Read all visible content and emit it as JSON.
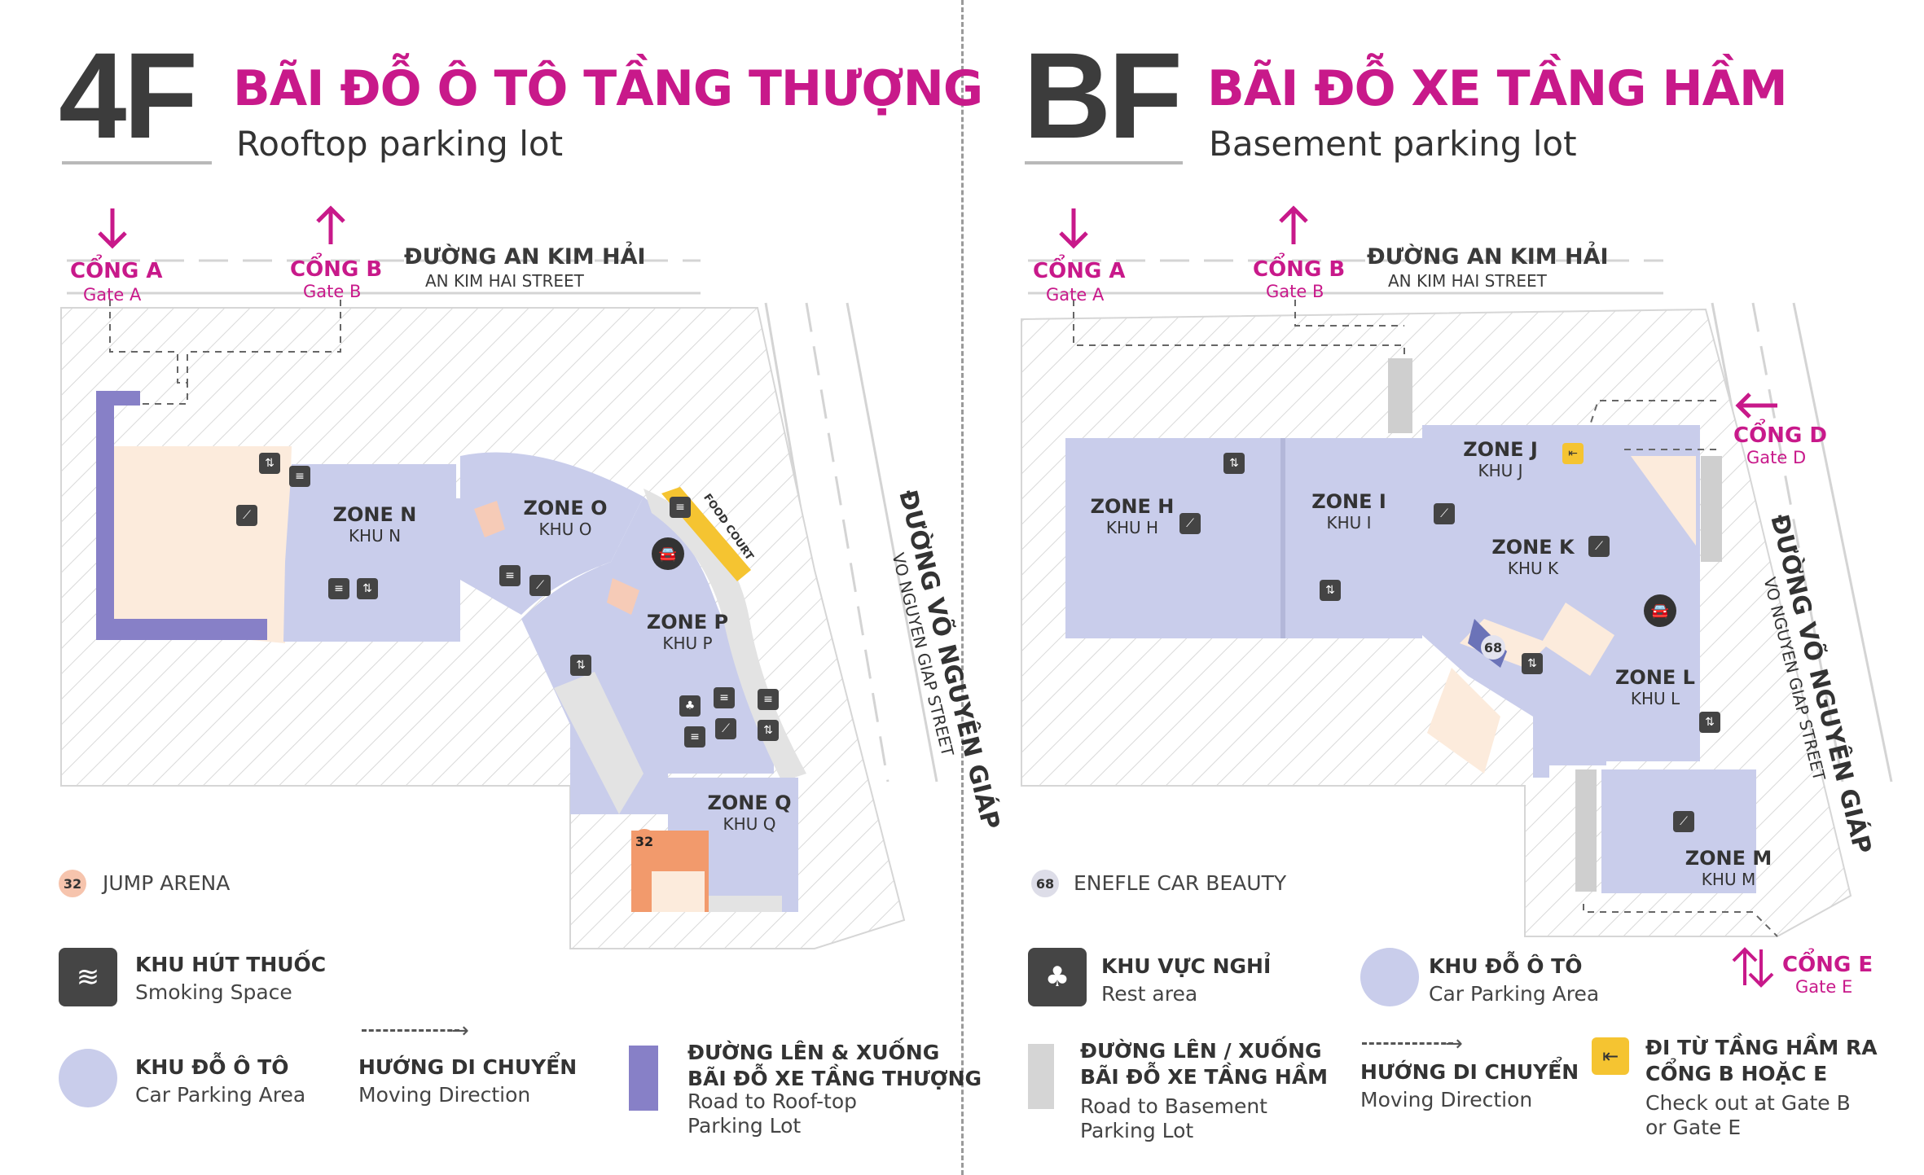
{
  "left": {
    "floor": "4F",
    "title": "BÃI ĐỖ Ô TÔ TẦNG THƯỢNG",
    "subtitle": "Rooftop parking lot",
    "gate_a": {
      "name": "CỔNG A",
      "sub": "Gate A"
    },
    "gate_b": {
      "name": "CỔNG B",
      "sub": "Gate B"
    },
    "street_top": {
      "name": "ĐƯỜNG AN KIM HẢI",
      "sub": "AN KIM HAI STREET"
    },
    "street_right": {
      "name": "ĐƯỜNG VÕ NGUYÊN GIÁP",
      "sub": "VO NGUYEN GIAP STREET"
    },
    "zones": [
      {
        "name": "ZONE N",
        "khu": "KHU N"
      },
      {
        "name": "ZONE O",
        "khu": "KHU O"
      },
      {
        "name": "ZONE P",
        "khu": "KHU P"
      },
      {
        "name": "ZONE Q",
        "khu": "KHU Q"
      }
    ],
    "food_court": "FOOD COURT",
    "poi": {
      "number": "32",
      "name": "JUMP ARENA"
    },
    "legend": {
      "smoking": {
        "vi": "KHU HÚT THUỐC",
        "en": "Smoking Space"
      },
      "parking": {
        "vi": "KHU ĐỖ Ô TÔ",
        "en": "Car Parking Area"
      },
      "direction": {
        "vi": "HƯỚNG DI CHUYỂN",
        "en": "Moving Direction"
      },
      "road": {
        "vi1": "ĐƯỜNG LÊN & XUỐNG",
        "vi2": "BÃI ĐỖ XE TẦNG THƯỢNG",
        "en1": "Road to Roof-top",
        "en2": "Parking Lot"
      }
    }
  },
  "right": {
    "floor": "BF",
    "title": "BÃI ĐỖ XE TẦNG HẦM",
    "subtitle": "Basement parking lot",
    "gate_a": {
      "name": "CỔNG A",
      "sub": "Gate A"
    },
    "gate_b": {
      "name": "CỔNG B",
      "sub": "Gate B"
    },
    "gate_d": {
      "name": "CỔNG D",
      "sub": "Gate D"
    },
    "gate_e": {
      "name": "CỔNG E",
      "sub": "Gate E"
    },
    "street_top": {
      "name": "ĐƯỜNG AN KIM HẢI",
      "sub": "AN KIM HAI STREET"
    },
    "street_right": {
      "name": "ĐƯỜNG VÕ NGUYÊN GIÁP",
      "sub": "VO NGUYEN GIAP STREET"
    },
    "zones": [
      {
        "name": "ZONE H",
        "khu": "KHU H"
      },
      {
        "name": "ZONE I",
        "khu": "KHU I"
      },
      {
        "name": "ZONE J",
        "khu": "KHU J"
      },
      {
        "name": "ZONE K",
        "khu": "KHU K"
      },
      {
        "name": "ZONE L",
        "khu": "KHU L"
      },
      {
        "name": "ZONE M",
        "khu": "KHU M"
      }
    ],
    "poi": {
      "number": "68",
      "name": "ENEFLE CAR BEAUTY"
    },
    "legend": {
      "rest": {
        "vi": "KHU VỰC NGHỈ",
        "en": "Rest area"
      },
      "parking": {
        "vi": "KHU ĐỖ Ô TÔ",
        "en": "Car Parking Area"
      },
      "road": {
        "vi1": "ĐƯỜNG LÊN / XUỐNG",
        "vi2": "BÃI ĐỖ XE TẦNG HẦM",
        "en1": "Road to Basement",
        "en2": "Parking Lot"
      },
      "direction": {
        "vi": "HƯỚNG DI CHUYỂN",
        "en": "Moving Direction"
      },
      "checkout": {
        "vi1": "ĐI TỪ TẦNG HẦM RA",
        "vi2": "CỔNG B HOẶC E",
        "en1": "Check out at Gate B",
        "en2": "or Gate E"
      }
    }
  },
  "colors": {
    "magenta": "#c8198a",
    "parking": "#c9cdeb",
    "shop": "#fcebdc",
    "orange": "#f29a6c",
    "ramp4f": "#8780c7",
    "rampbf": "#cfcfcf",
    "hatch": "#d6d6d6",
    "food": "#f5c431"
  }
}
